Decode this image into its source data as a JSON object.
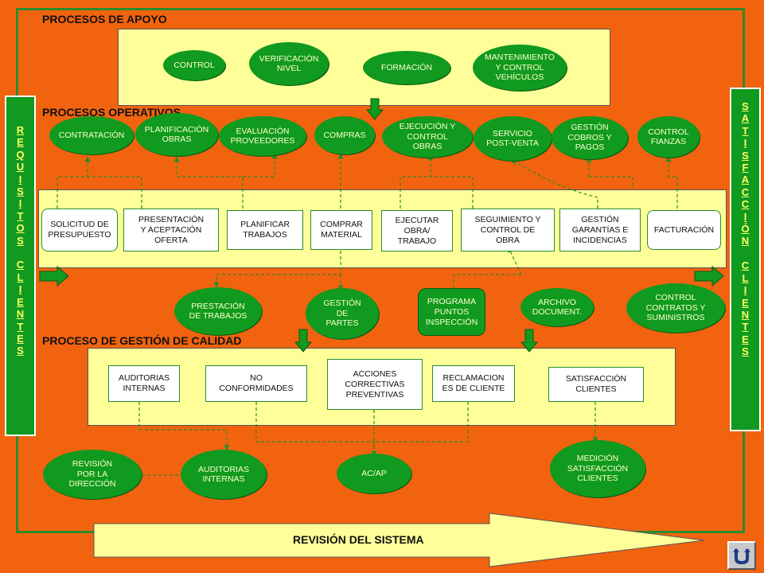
{
  "sections": {
    "apoyo": "PROCESOS DE APOYO",
    "operativos": "PROCESOS OPERATIVOS",
    "calidad": "PROCESO DE GESTIÓN DE CALIDAD"
  },
  "sidebars": {
    "left": "R\nE\nQ\nU\nI\nS\nI\nT\nO\nS\n\nC\nL\nI\nE\nN\nT\nE\nS",
    "right": "S\nA\nT\nI\nS\nF\nA\nC\nC\nI\nÓ\nN\n\nC\nL\nI\nE\nN\nT\nE\nS"
  },
  "apoyo_ovals": {
    "control": "CONTROL",
    "verificacion": "VERIFICACIÓN\nNIVEL",
    "formacion": "FORMACIÓN",
    "mantenimiento": "MANTENIMIENTO\nY CONTROL\nVEHÍCULOS"
  },
  "operativos_ovals": {
    "contratacion": "CONTRATACIÓN",
    "planificacion": "PLANIFICACIÓN\nOBRAS",
    "evaluacion": "EVALUACIÓN\nPROVEEDORES",
    "compras": "COMPRAS",
    "ejecucion": "EJECUCIÓN Y\nCONTROL\nOBRAS",
    "servicio": "SERVICIO\nPOST-VENTA",
    "gestion_cobros": "GESTIÓN\nCOBROS Y\nPAGOS",
    "control_fianzas": "CONTROL\nFIANZAS"
  },
  "operativos_boxes": {
    "solicitud": "SOLICITUD DE\nPRESUPUESTO",
    "presentacion": "PRESENTACIÓN\nY ACEPTACIÓN\nOFERTA",
    "planificar": "PLANIFICAR\nTRABAJOS",
    "comprar": "COMPRAR\nMATERIAL",
    "ejecutar": "EJECUTAR\nOBRA/\nTRABAJO",
    "seguimiento": "SEGUIMIENTO Y\nCONTROL DE\nOBRA",
    "garantias": "GESTIÓN\nGARANTÍAS E\nINCIDENCIAS",
    "facturacion": "FACTURACIÓN"
  },
  "middle_ovals": {
    "prestacion": "PRESTACIÓN\nDE TRABAJOS",
    "gestion_partes": "GESTIÓN\nDE\nPARTES",
    "programa": "PROGRAMA\nPUNTOS\nINSPECCIÓN",
    "archivo": "ARCHIVO\nDOCUMENT.",
    "control_contratos": "CONTROL\nCONTRATOS Y\nSUMINISTROS"
  },
  "calidad_boxes": {
    "auditorias": "AUDITORIAS\nINTERNAS",
    "no_conformidades": "NO\nCONFORMIDADES",
    "acciones": "ACCIONES\nCORRECTIVAS\nPREVENTIVAS",
    "reclamaciones": "RECLAMACION\nES DE CLIENTE",
    "satisfaccion": "SATISFACCIÓN\nCLIENTES"
  },
  "bottom_ovals": {
    "revision": "REVISIÓN\nPOR LA\nDIRECCIÓN",
    "auditorias": "AUDITORIAS\nINTERNAS",
    "acap": "AC/AP",
    "medicion": "MEDICIÓN\nSATISFACCIÓN\nCLIENTES"
  },
  "bottom_arrow": "REVISIÓN DEL SISTEMA",
  "colors": {
    "background": "#f2630f",
    "panel": "#ffff99",
    "oval": "#109a1f",
    "oval_text": "#ffffcc",
    "frame": "#2a8c2a"
  },
  "icons": {
    "nav_button": "return-icon"
  }
}
